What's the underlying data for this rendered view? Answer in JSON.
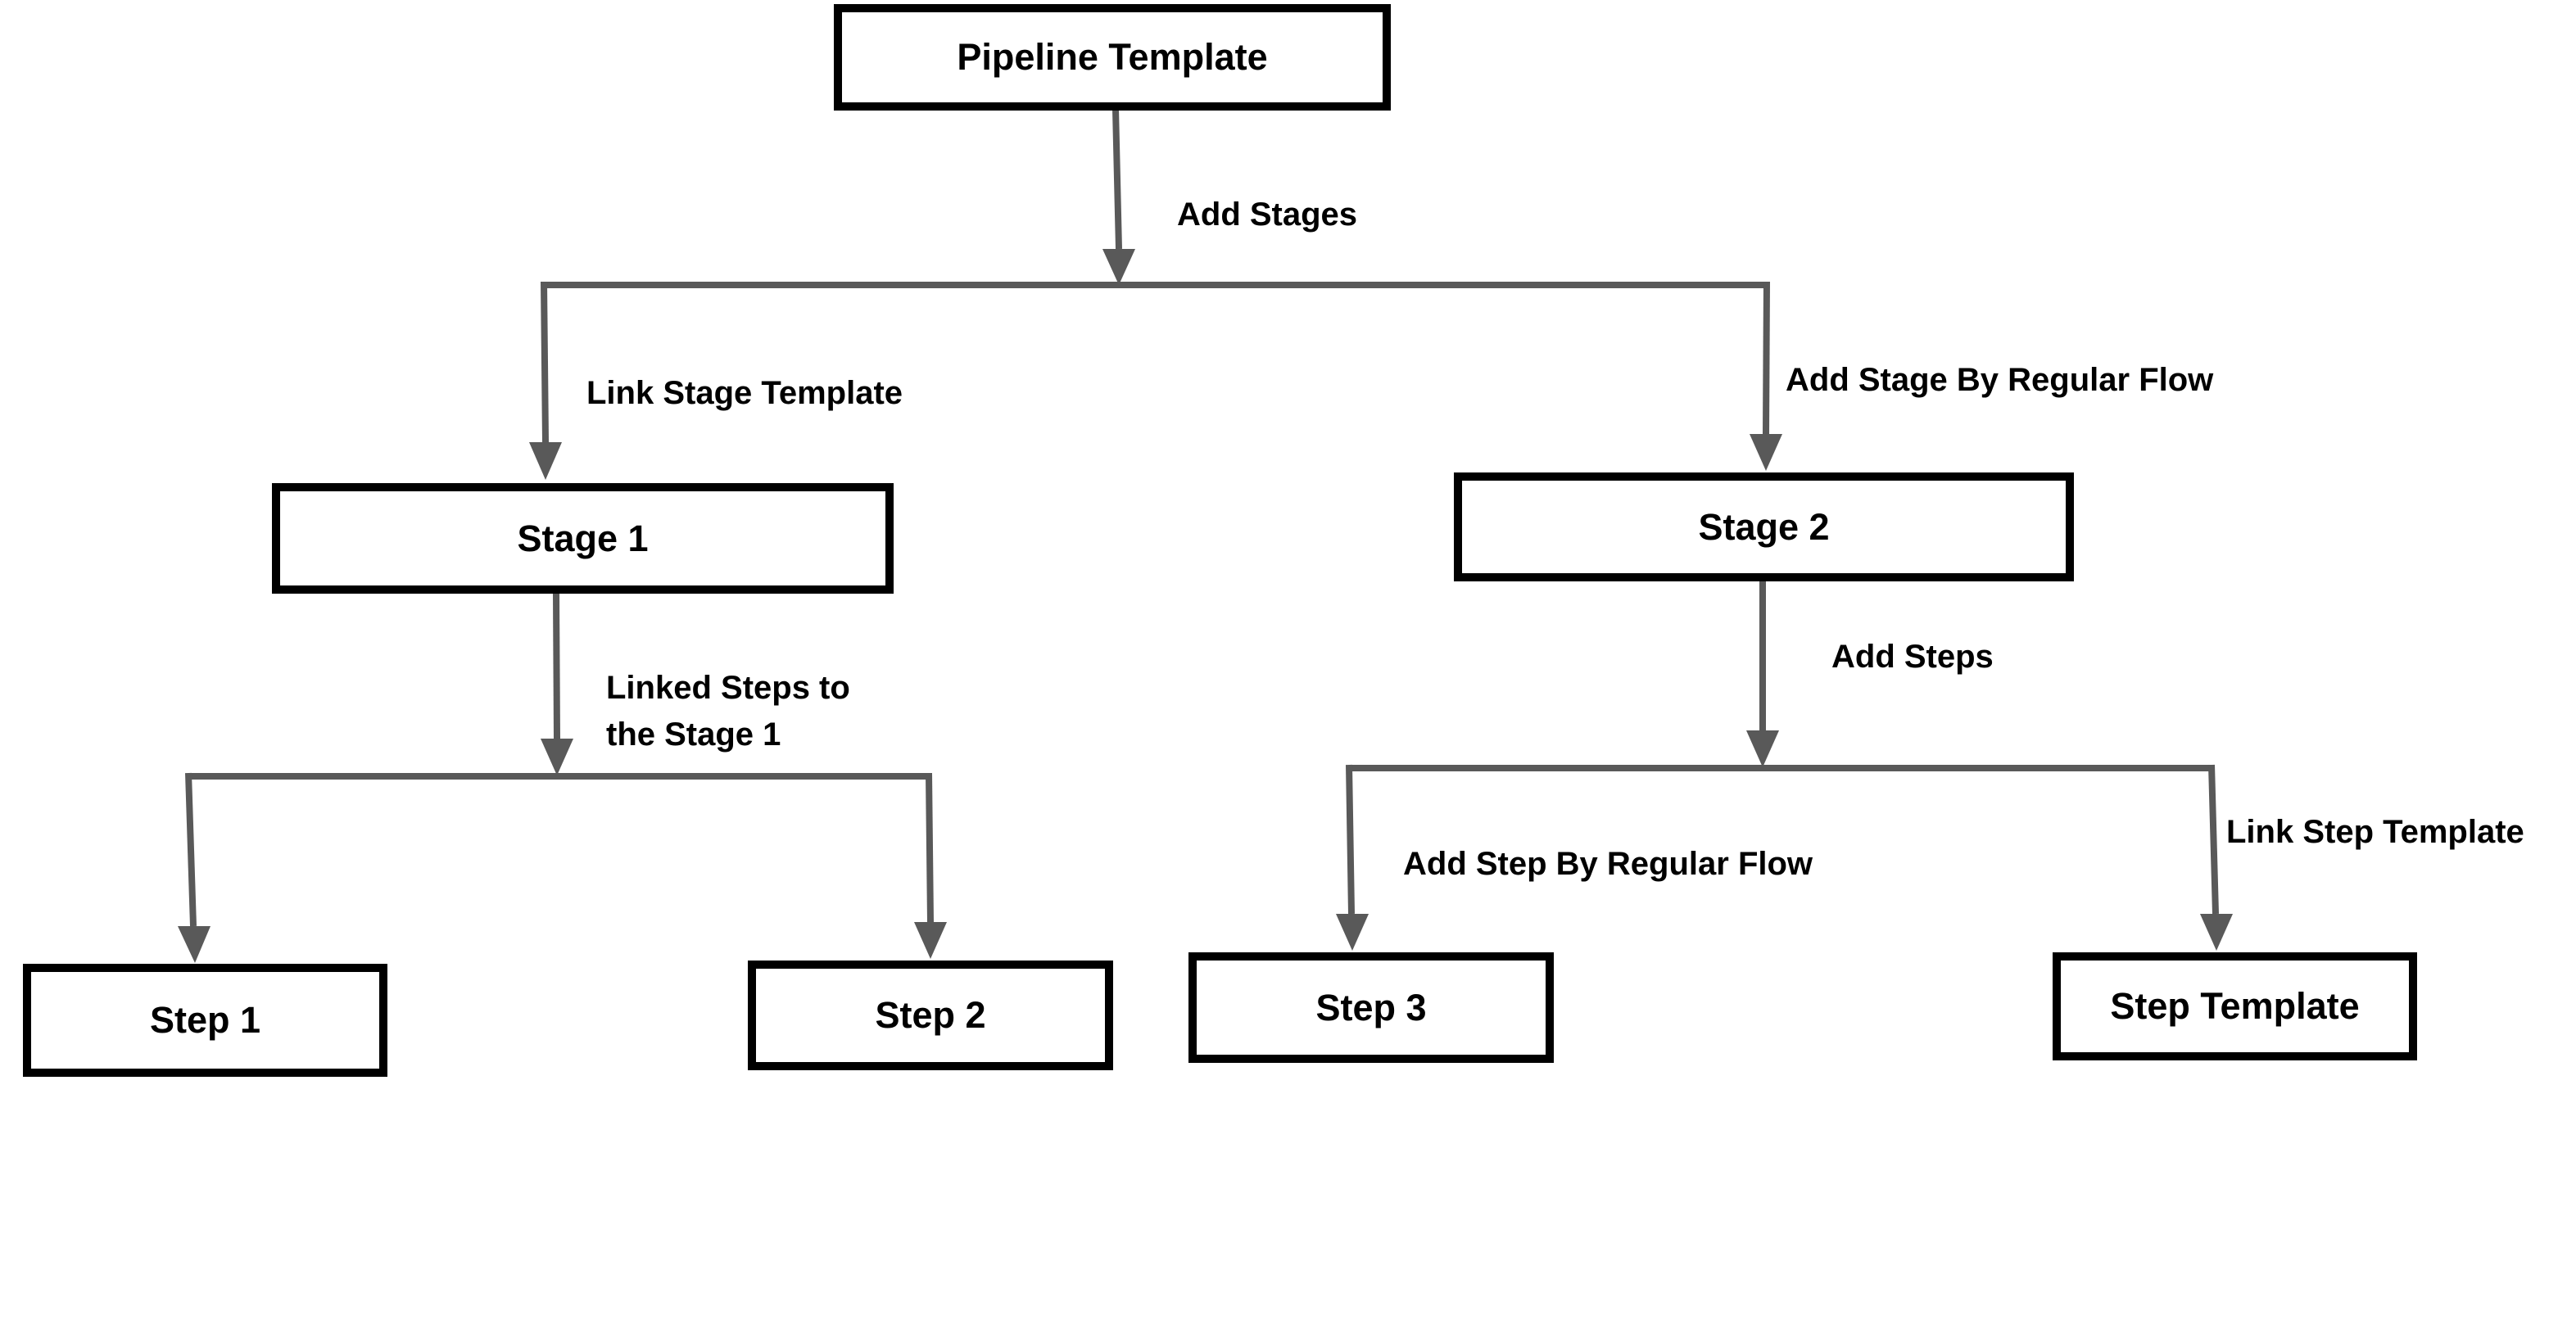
{
  "diagram": {
    "type": "flowchart",
    "root_label": "Pipeline Template",
    "nodes": [
      {
        "id": "pipeline-template",
        "label": "Pipeline Template"
      },
      {
        "id": "stage-1",
        "label": "Stage 1"
      },
      {
        "id": "stage-2",
        "label": "Stage 2"
      },
      {
        "id": "step-1",
        "label": "Step 1"
      },
      {
        "id": "step-2",
        "label": "Step 2"
      },
      {
        "id": "step-3",
        "label": "Step 3"
      },
      {
        "id": "step-template",
        "label": "Step Template"
      }
    ],
    "edge_labels": [
      {
        "id": "add-stages",
        "label": "Add Stages",
        "from": "Pipeline Template",
        "to": "Stages branch"
      },
      {
        "id": "link-stage-template",
        "label": "Link Stage Template",
        "from": "Stages branch",
        "to": "Stage 1"
      },
      {
        "id": "add-stage-by-regular-flow",
        "label": "Add Stage By Regular Flow",
        "from": "Stages branch",
        "to": "Stage 2"
      },
      {
        "id": "linked-steps-to-the-stage-1",
        "label": "Linked Steps to the Stage 1",
        "from": "Stage 1",
        "to": "Steps branch"
      },
      {
        "id": "add-steps",
        "label": "Add Steps",
        "from": "Stage 2",
        "to": "Steps branch"
      },
      {
        "id": "add-step-by-regular-flow",
        "label": "Add Step By Regular Flow",
        "from": "Steps branch",
        "to": "Step 3"
      },
      {
        "id": "link-step-template",
        "label": "Link Step Template",
        "from": "Steps branch",
        "to": "Step Template"
      }
    ],
    "colors": {
      "node_border": "#000000",
      "node_fill": "#ffffff",
      "edge": "#595959",
      "text": "#000000",
      "background": "#ffffff"
    }
  }
}
